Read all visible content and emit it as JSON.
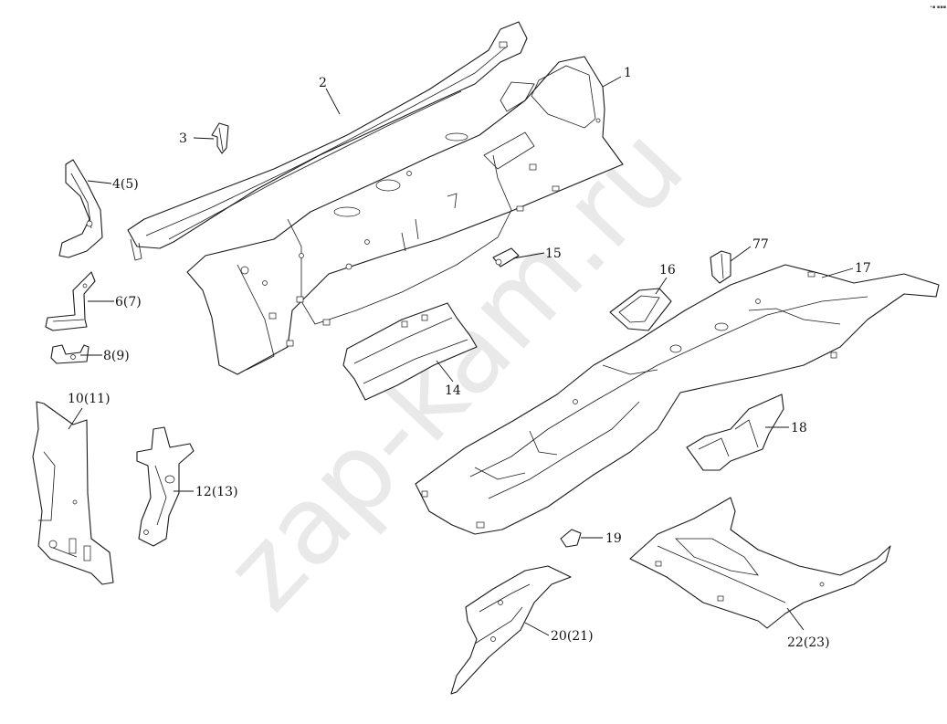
{
  "watermark": "zap-kam.ru",
  "corner_mark": "•▪ ▪▪▪",
  "labels": [
    "1",
    "2",
    "3",
    "4(5)",
    "6(7)",
    "8(9)",
    "10(11)",
    "12(13)",
    "14",
    "15",
    "16",
    "17",
    "18",
    "19",
    "20(21)",
    "22(23)",
    "77"
  ]
}
